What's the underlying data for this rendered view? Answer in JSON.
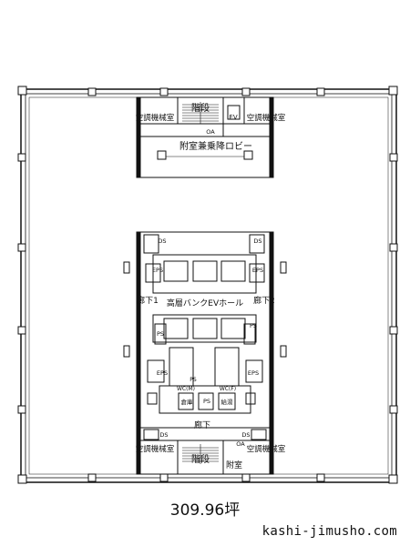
{
  "labels": {
    "stairs_top": "階段",
    "ev_top": "EV",
    "ac_room_tl": "空調機械室",
    "ac_room_tr": "空調機械室",
    "oa_top": "OA",
    "lobby": "附室兼乗降ロビー",
    "ds_tl": "DS",
    "ds_tr": "DS",
    "eps_l": "EPS",
    "eps_r": "EPS",
    "corridor1": "廊下1",
    "ev_hall": "高層バンクEVホール",
    "corridor2": "廊下2",
    "ps_l": "PS",
    "ps_r": "PS",
    "eps_l2": "EPS",
    "eps_r2": "EPS",
    "wc_m": "WC(M)",
    "wc_f": "WC(F)",
    "ps_c": "PS",
    "ps_c2": "PS",
    "store": "倉庫",
    "pantry": "給湯",
    "corridor": "廊下",
    "ds_bl": "DS",
    "ds_br": "DS",
    "ac_room_bl": "空調機械室",
    "ac_room_br": "空調機械室",
    "stairs_bottom": "階段",
    "oa_bottom": "OA",
    "annex": "附室"
  },
  "area": "309.96坪",
  "site": "kashi-jimusho.com"
}
